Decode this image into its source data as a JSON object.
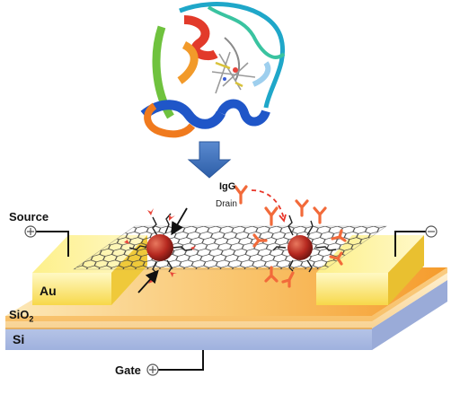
{
  "labels": {
    "source": "Source",
    "drain": "Drain",
    "igg": "IgG",
    "au": "Au",
    "sio2_base": "SiO",
    "sio2_sub": "2",
    "si": "Si",
    "gate": "Gate"
  },
  "colors": {
    "gold_light": "#fff7b0",
    "gold": "#f6d53b",
    "orange": "#f7a84a",
    "sio2": "#fde7b9",
    "si": "#c8d4ee",
    "arrow_blue": "#3f74c0",
    "antibody": "#f26a3a",
    "nanoparticle": "#b5281f",
    "graphene": "#444444"
  }
}
